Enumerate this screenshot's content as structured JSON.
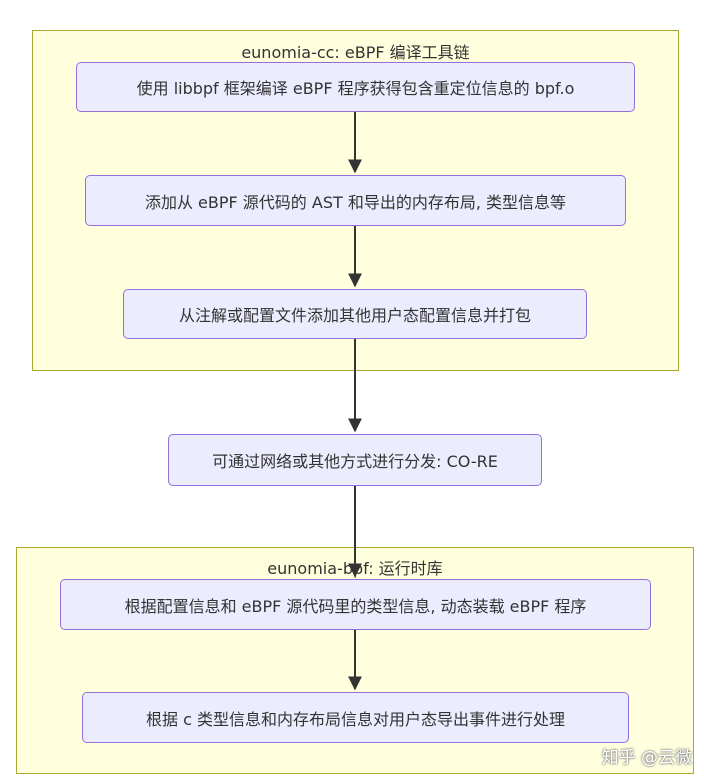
{
  "groups": {
    "cc": {
      "title": "eunomia-cc: eBPF 编译工具链"
    },
    "bpf": {
      "title": "eunomia-bpf: 运行时库"
    }
  },
  "nodes": {
    "compile": "使用 libbpf 框架编译 eBPF 程序获得包含重定位信息的 bpf.o",
    "add_ast": "添加从 eBPF 源代码的 AST 和导出的内存布局, 类型信息等",
    "pack": "从注解或配置文件添加其他用户态配置信息并打包",
    "distribute": "可通过网络或其他方式进行分发: CO-RE",
    "load": "根据配置信息和 eBPF 源代码里的类型信息, 动态装载 eBPF 程序",
    "process": "根据 c 类型信息和内存布局信息对用户态导出事件进行处理"
  },
  "watermark": "知乎 @云微",
  "colors": {
    "group_fill": "#ffffde",
    "group_border": "#aaaa33",
    "node_fill": "#ececff",
    "node_border": "#9370db",
    "edge": "#333333"
  }
}
